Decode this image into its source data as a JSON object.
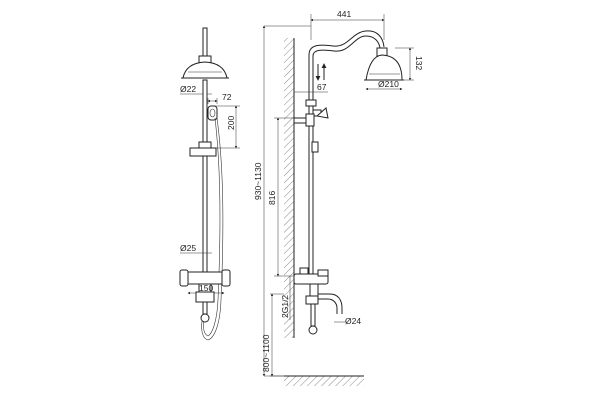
{
  "labels": {
    "dia_22": "Ø22",
    "dim_72": "72",
    "dim_200": "200",
    "dia_25": "Ø25",
    "dim_150": "150",
    "dim_441": "441",
    "dim_132": "132",
    "dia_210": "Ø210",
    "dim_67": "67",
    "dim_930_1130": "930~1130",
    "dim_816": "816",
    "dim_g12": "2G1/2",
    "dim_800_1100": "800~1100",
    "dia_24": "Ø24"
  },
  "colors": {
    "line": "#222222",
    "background": "#ffffff"
  },
  "icons": {
    "adjust_arrows": "up-down-arrows-icon"
  }
}
